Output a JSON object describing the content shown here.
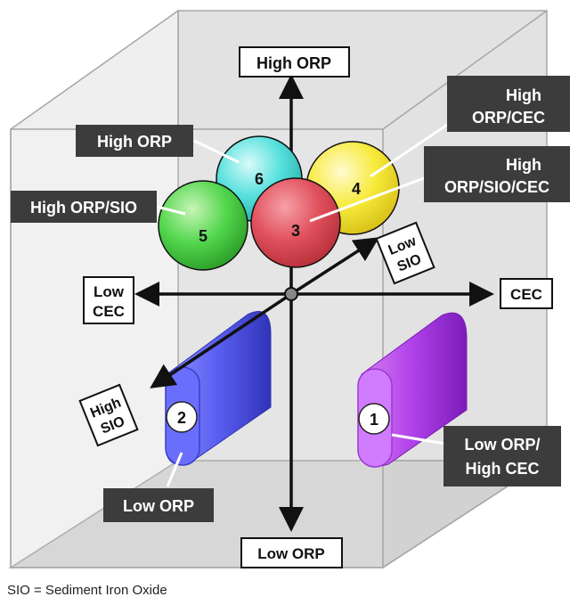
{
  "axes": {
    "top": "High ORP",
    "bottom": "Low ORP",
    "left_line1": "Low",
    "left_line2": "CEC",
    "right": "CEC",
    "diag_upper_line1": "Low",
    "diag_upper_line2": "SIO",
    "diag_lower_line1": "High",
    "diag_lower_line2": "SIO"
  },
  "zones": [
    {
      "number": "1",
      "label_line1": "Low ORP/",
      "label_line2": "High CEC",
      "color": "#b040e8"
    },
    {
      "number": "2",
      "label_line1": "Low ORP",
      "color": "#5a5ef0"
    },
    {
      "number": "3",
      "label_line1": "High",
      "label_line2": "ORP/SIO/CEC",
      "color": "#e0505c"
    },
    {
      "number": "4",
      "label_line1": "High",
      "label_line2": "ORP/CEC",
      "color": "#f7ea3a"
    },
    {
      "number": "5",
      "label_line1": "High ORP/SIO",
      "color": "#52d64c"
    },
    {
      "number": "6",
      "label_line1": "High ORP",
      "color": "#55e0dc"
    }
  ],
  "caption": "SIO = Sediment Iron Oxide"
}
